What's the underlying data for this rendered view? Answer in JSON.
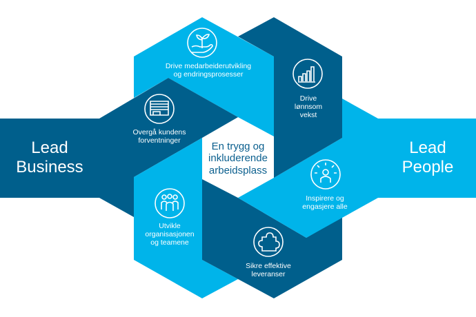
{
  "colors": {
    "light": "#00b4ea",
    "dark": "#005f8c",
    "center_text": "#0b5f8e"
  },
  "left_band": {
    "line1": "Lead",
    "line2": "Business"
  },
  "right_band": {
    "line1": "Lead",
    "line2": "People"
  },
  "center": {
    "line1": "En trygg og",
    "line2": "inkluderende",
    "line3": "arbeidsplass"
  },
  "segments": [
    {
      "icon": "plant-in-hand-icon",
      "lines": [
        "Drive medarbeiderutvikling",
        "og endringsprosesser"
      ]
    },
    {
      "icon": "bar-chart-icon",
      "lines": [
        "Drive",
        "lønnsom",
        "vekst"
      ]
    },
    {
      "icon": "storefront-icon",
      "lines": [
        "Overgå kundens",
        "forventninger"
      ]
    },
    {
      "icon": "group-people-icon",
      "lines": [
        "Utvikle",
        "organisasjonen",
        "og teamene"
      ]
    },
    {
      "icon": "inspired-person-icon",
      "lines": [
        "Inspirere og",
        "engasjere alle"
      ]
    },
    {
      "icon": "puzzle-piece-icon",
      "lines": [
        "Sikre effektive",
        "leveranser"
      ]
    }
  ]
}
